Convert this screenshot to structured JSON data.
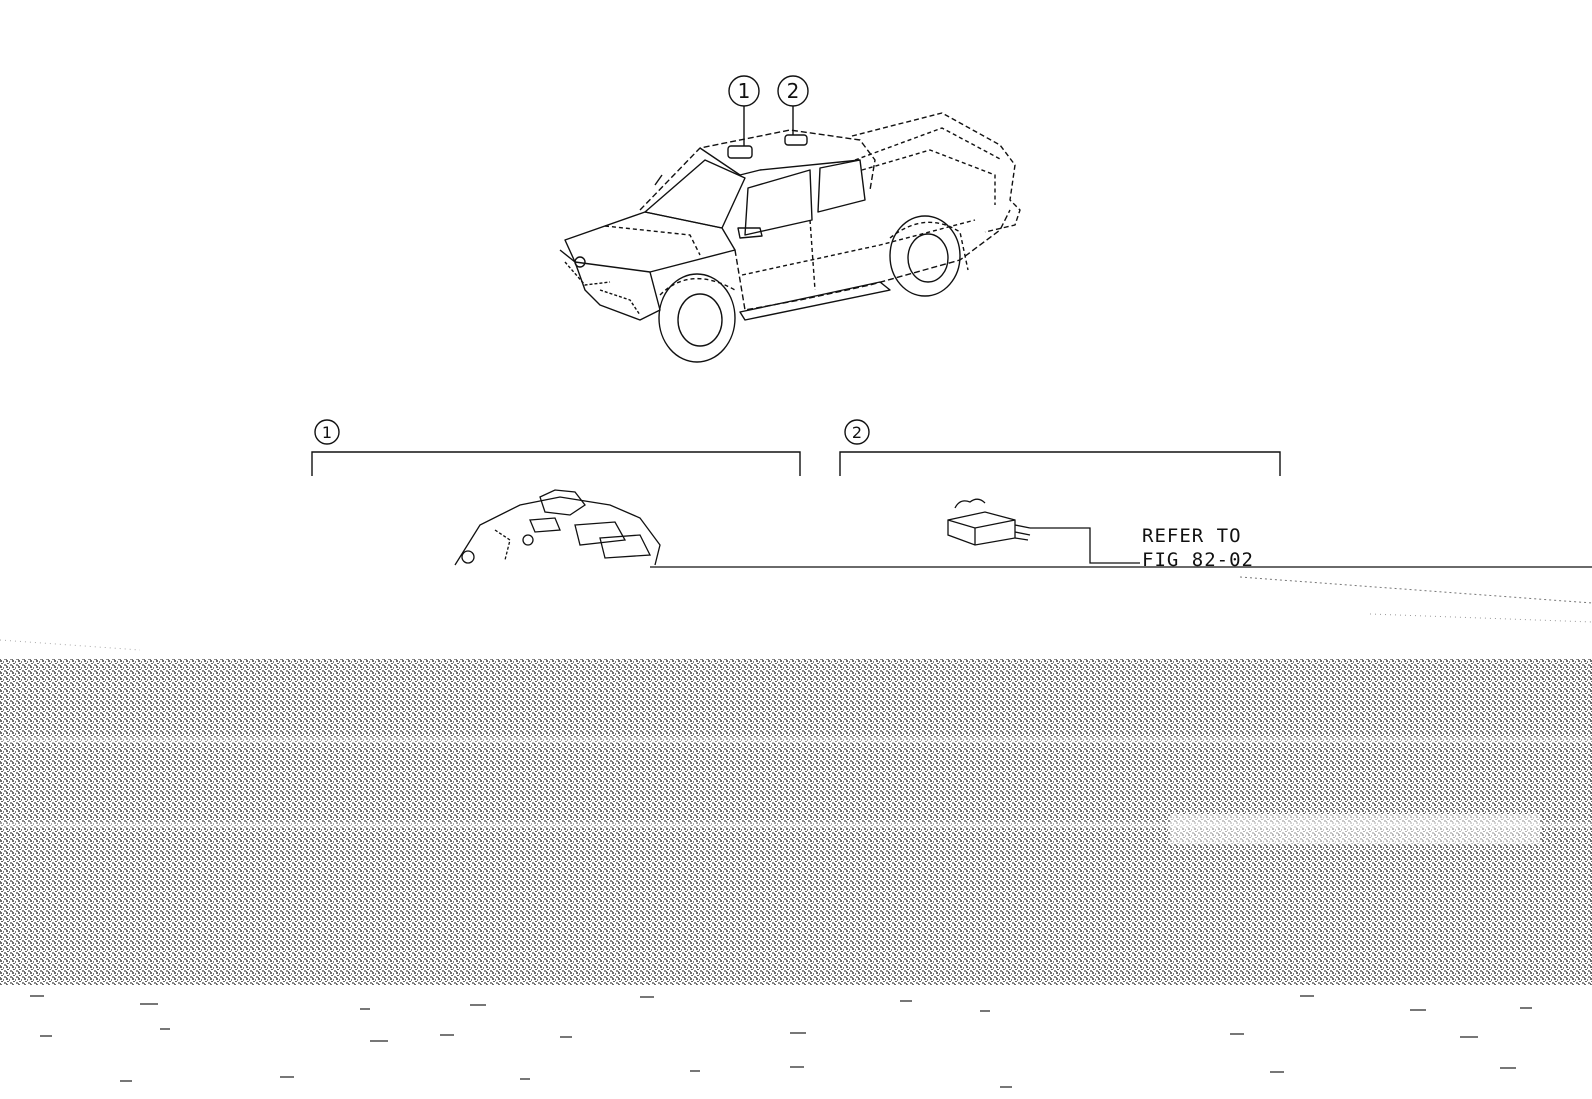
{
  "callouts": {
    "truck_1": "1",
    "truck_2": "2",
    "group_1": "1",
    "group_2": "2"
  },
  "reference": {
    "line1": "REFER TO",
    "line2": "FIG 82-02"
  },
  "colors": {
    "ink": "#111111",
    "background": "#ffffff",
    "noise": "#8a8a8a"
  }
}
